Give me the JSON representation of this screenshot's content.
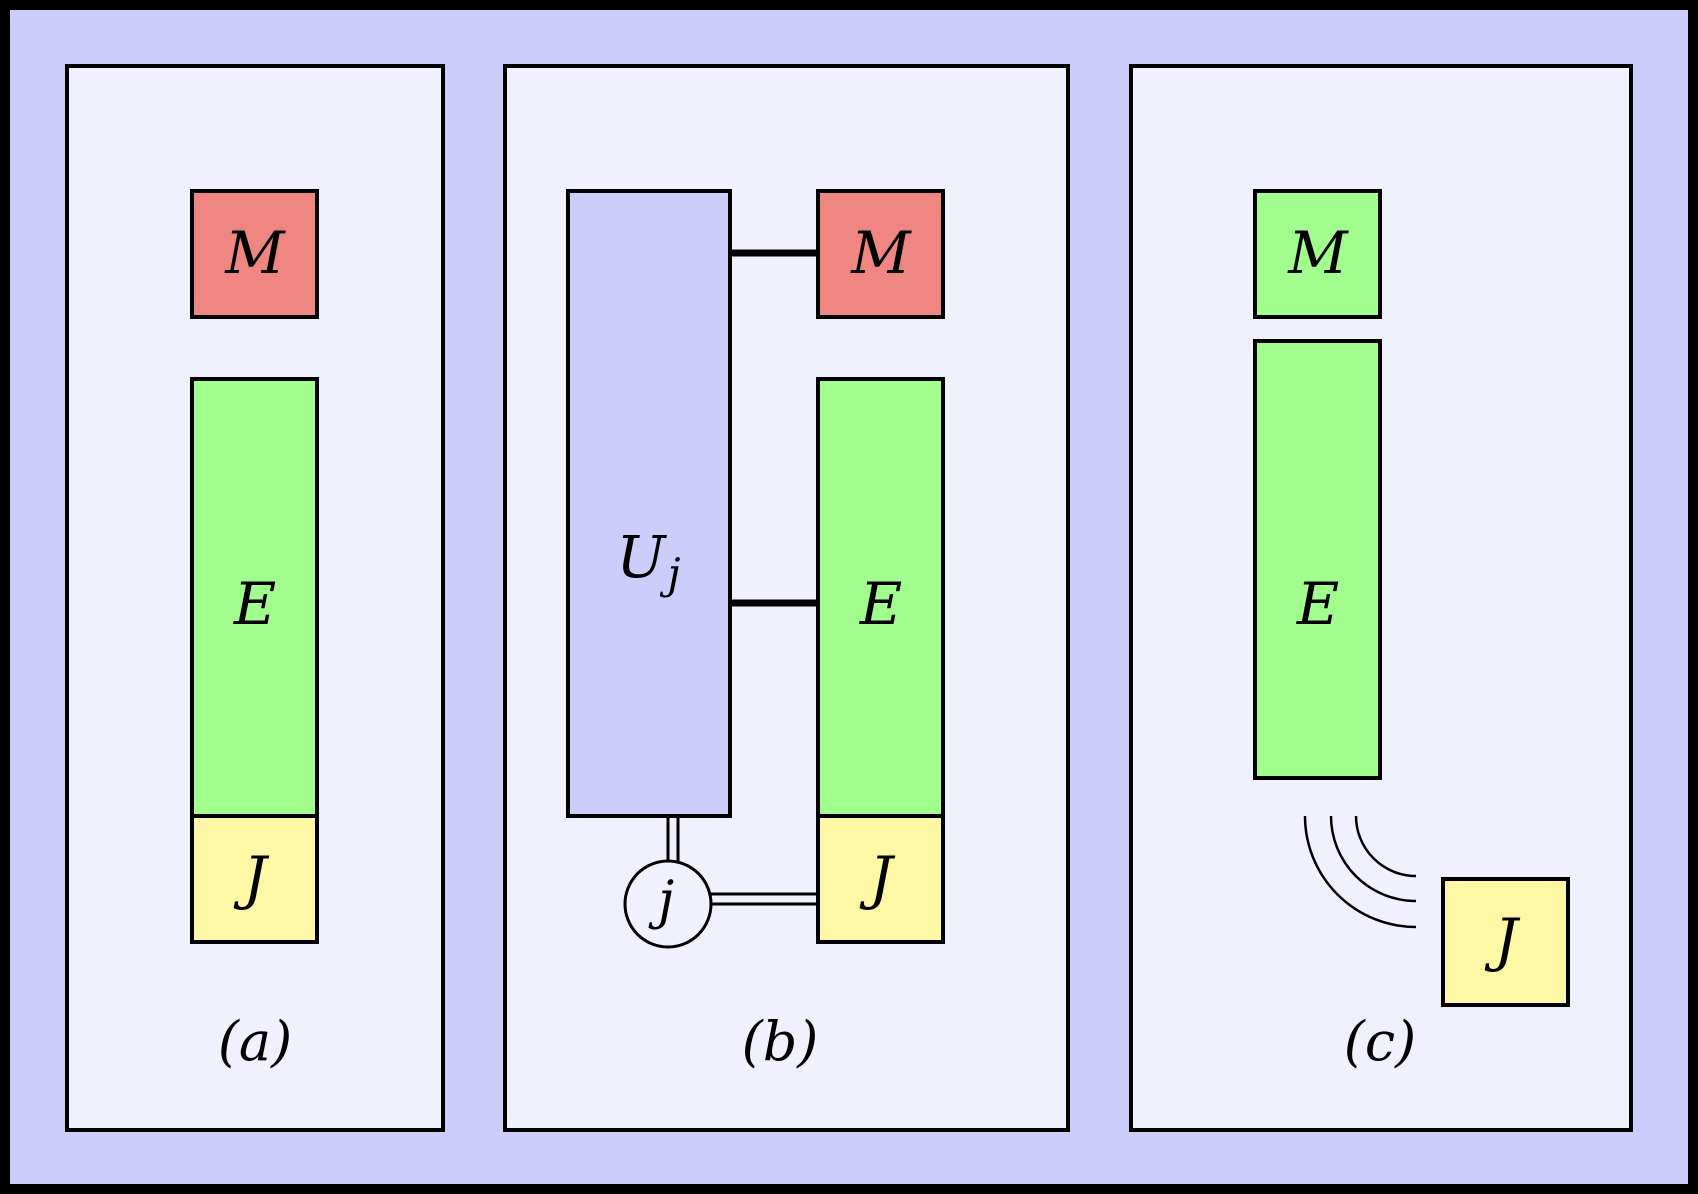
{
  "colors": {
    "outer_bg": "#cccdfa",
    "panel_bg": "#f1f1fe",
    "red": "#f08682",
    "green": "#a1fd8d",
    "yellow": "#fef8a6",
    "lavender": "#cccdfa",
    "stroke": "#000000"
  },
  "panels": {
    "a": {
      "caption": "(a)",
      "m_label": "M",
      "e_label": "E",
      "j_label": "J"
    },
    "b": {
      "caption": "(b)",
      "u_label": "U",
      "u_sub": "j",
      "m_label": "M",
      "e_label": "E",
      "j_label": "J",
      "node_label": "j"
    },
    "c": {
      "caption": "(c)",
      "m_label": "M",
      "e_label": "E",
      "j_label": "J"
    }
  }
}
